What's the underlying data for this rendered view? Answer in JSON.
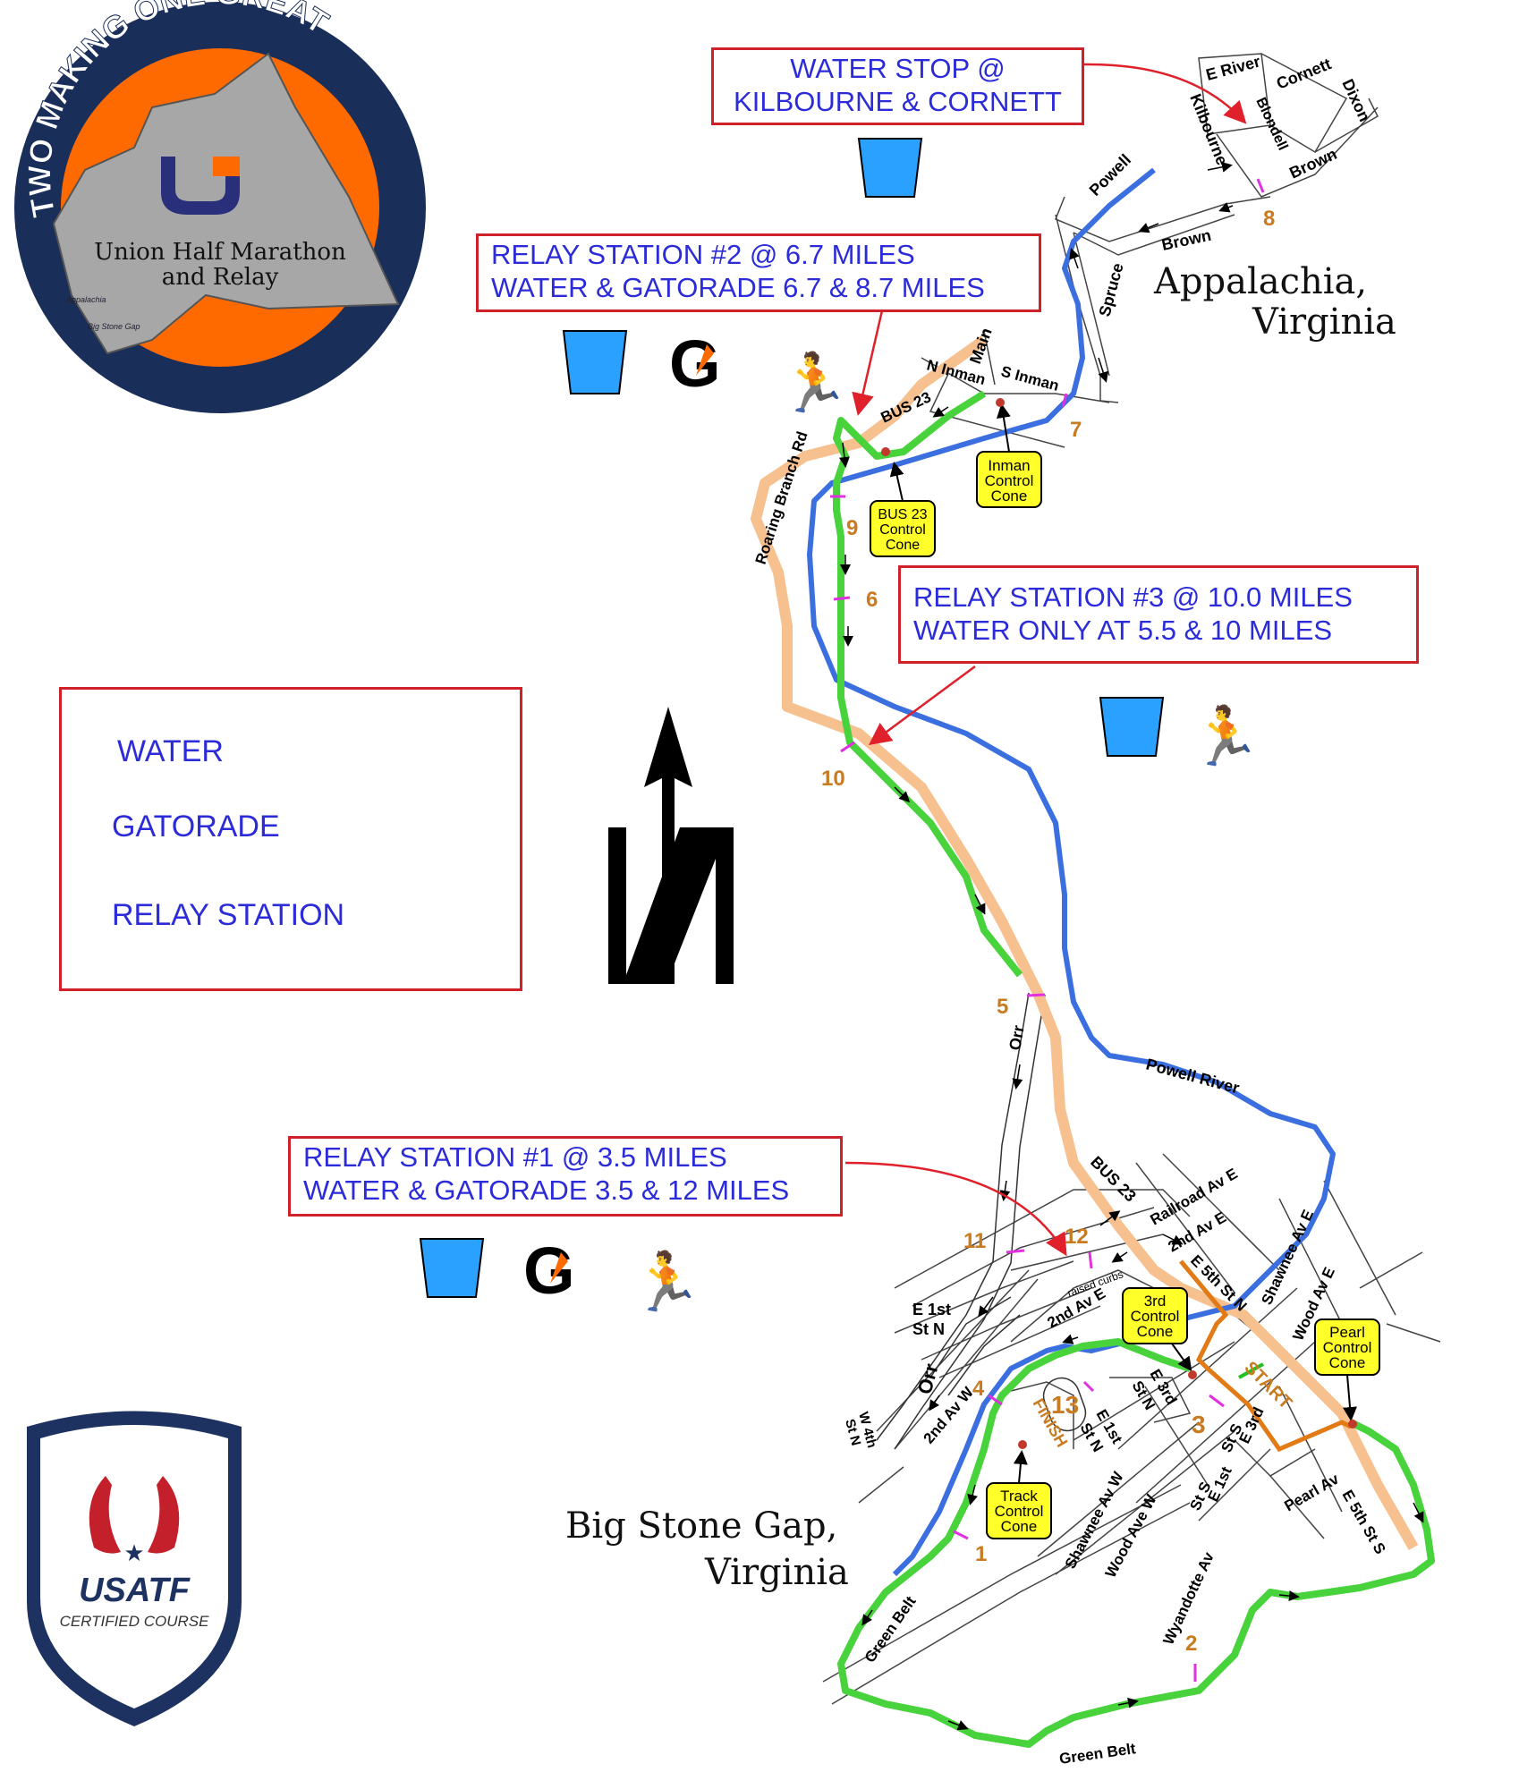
{
  "logo": {
    "arc_text": "TWO MAKING ONE GREAT",
    "title_line1": "Union Half Marathon",
    "title_line2": "and Relay",
    "map_label_top": "Appalachia",
    "map_label_bottom": "Big Stone Gap"
  },
  "usatf": {
    "brand": "USATF",
    "subtitle": "CERTIFIED COURSE"
  },
  "callouts": {
    "water_stop": {
      "line1": "WATER STOP @",
      "line2": "KILBOURNE & CORNETT"
    },
    "relay2": {
      "line1": "RELAY STATION #2 @  6.7 MILES",
      "line2": "WATER & GATORADE 6.7 & 8.7 MILES"
    },
    "relay3": {
      "line1": "RELAY STATION #3 @ 10.0 MILES",
      "line2": "WATER ONLY AT 5.5 & 10 MILES"
    },
    "relay1": {
      "line1": "RELAY STATION #1 @ 3.5  MILES",
      "line2": "WATER & GATORADE 3.5 & 12 MILES"
    }
  },
  "legend": {
    "water": "WATER",
    "gatorade": "GATORADE",
    "relay": "RELAY STATION"
  },
  "cities": {
    "appalachia_1": "Appalachia,",
    "appalachia_2": "Virginia",
    "bsg_1": "Big Stone Gap,",
    "bsg_2": "Virginia"
  },
  "streets": {
    "e_river": "E River",
    "cornett": "Cornett",
    "dixon": "Dixon",
    "kilbourne": "Kilbourne",
    "blondell": "Blondell",
    "brown1": "Brown",
    "brown2": "Brown",
    "powell": "Powell",
    "spruce": "Spruce",
    "main": "Main",
    "n_inman": "N Inman",
    "s_inman": "S Inman",
    "bus23_top": "BUS 23",
    "roaring_branch": "Roaring Branch Rd",
    "powell_river": "Powell River",
    "bus23_mid": "BUS 23",
    "orr_top": "Orr",
    "orr_bottom": "Orr",
    "railroad": "Railroad Av E",
    "second_av_e1": "2nd Av E",
    "second_av_e2": "2nd Av E",
    "raised_curbs": "raised curbs",
    "e5th_n": "E 5th St N",
    "shawnee_e": "Shawnee Av E",
    "wood_e": "Wood Av E",
    "e1st_n_a": "E 1st",
    "e1st_n_b": "St N",
    "second_av_w": "2nd Av W",
    "w4th_a": "W 4th",
    "w4th_b": "St N",
    "e3rd_n_a": "E 3rd",
    "e3rd_n_b": "St N",
    "e1st_n2_a": "E 1st",
    "e1st_n2_b": "St N",
    "e3rd_s_a": "E 3rd",
    "e3rd_s_b": "St S",
    "e1st_s_a": "E 1st",
    "e1st_s_b": "St S",
    "pearl": "Pearl Av",
    "e5th_s": "E 5th St S",
    "shawnee_w": "Shawnee Av W",
    "wood_w": "Wood Ave W",
    "wyandotte": "Wyandotte Av",
    "green_belt1": "Green Belt",
    "green_belt2": "Green Belt"
  },
  "cones": {
    "inman": [
      "Inman",
      "Control",
      "Cone"
    ],
    "bus23": [
      "BUS 23",
      "Control",
      "Cone"
    ],
    "third": [
      "3rd",
      "Control",
      "Cone"
    ],
    "pearl": [
      "Pearl",
      "Control",
      "Cone"
    ],
    "track": [
      "Track",
      "Control",
      "Cone"
    ]
  },
  "markers": {
    "start": "START",
    "finish": "FINISH"
  },
  "miles": [
    "1",
    "2",
    "3",
    "4",
    "5",
    "6",
    "7",
    "8",
    "9",
    "10",
    "11",
    "12",
    "13"
  ],
  "colors": {
    "river": "#3b6fe0",
    "bus23": "#f7c08f",
    "course": "#48d23c",
    "callout_border": "#d0202a",
    "callout_text": "#2b2bd9",
    "cone": "#ffff2a",
    "mile": "#c97b22",
    "logo_orange": "#ff6a00",
    "logo_navy": "#1a2e5a"
  }
}
